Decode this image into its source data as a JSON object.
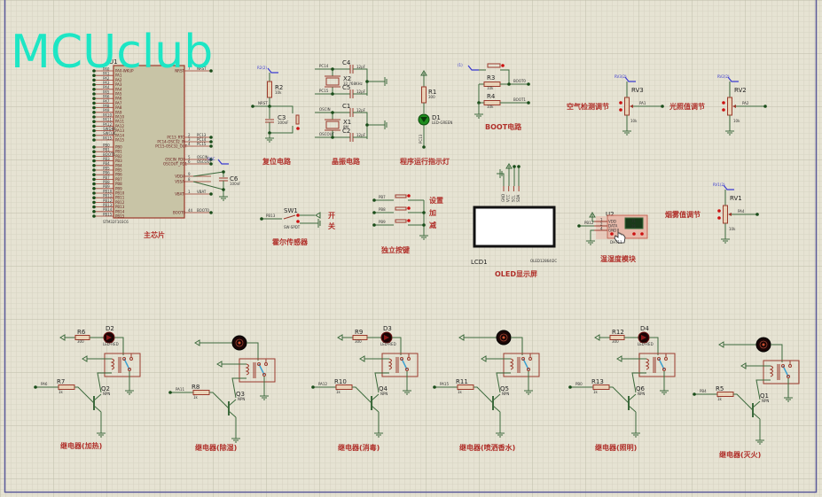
{
  "watermark": "MCUclub",
  "colors": {
    "background": "#e6e3d3",
    "grid_minor": "#d4d1c0",
    "grid_major": "#c2bfae",
    "wire": "#3c6a3c",
    "component": "#9b3a2c",
    "title": "#b0302a",
    "watermark": "#1de6c4",
    "border": "#5a5a9a"
  },
  "mcu": {
    "ref": "U1",
    "part": "STM32F103C6",
    "title": "主芯片",
    "left_pins_a": [
      "PA0-WKUP",
      "PA1",
      "PA2",
      "PA3",
      "PA4",
      "PA5",
      "PA6",
      "PA7",
      "PA8",
      "PA9",
      "PA10",
      "PA11",
      "PA12",
      "PA13",
      "PA14",
      "PA15"
    ],
    "left_nets_a": [
      "PA0",
      "PA1",
      "PA2",
      "PA3",
      "PA4",
      "PA5",
      "PA6",
      "PA7",
      "PA8",
      "PA9",
      "PA10",
      "PA11",
      "PA12",
      "SWDIO",
      "SWCLK",
      "PA15"
    ],
    "left_pins_b": [
      "PB0",
      "PB1",
      "PB2",
      "PB3",
      "PB4",
      "PB5",
      "PB6",
      "PB7",
      "PB8",
      "PB9",
      "PB10",
      "PB11",
      "PB12",
      "PB13",
      "PB14",
      "PB15"
    ],
    "left_nets_b": [
      "PB0",
      "PB1",
      "BOOT1",
      "PB3",
      "PB4",
      "PB5",
      "PB6",
      "PB7",
      "PB8",
      "PB9",
      "PB10",
      "PB11",
      "PB12",
      "PB13",
      "PB14",
      "PB15"
    ],
    "right_pins": [
      {
        "name": "NRST",
        "num": "7",
        "net": "NRST"
      },
      {
        "name": "PC13_RTC",
        "num": "2",
        "net": "PC13"
      },
      {
        "name": "PC14-OSC32_IN",
        "num": "3",
        "net": "PC14"
      },
      {
        "name": "PC15-OSC32_OUT",
        "num": "4",
        "net": "PC15"
      },
      {
        "name": "OSCIN_PD0",
        "num": "5",
        "net": "OSCIN"
      },
      {
        "name": "OSCOUT_PD1",
        "num": "6",
        "net": "OSCOUT"
      },
      {
        "name": "VDDA",
        "num": "9",
        "net": ""
      },
      {
        "name": "VSSA",
        "num": "8",
        "net": ""
      },
      {
        "name": "VBAT",
        "num": "1",
        "net": "VBAT"
      },
      {
        "name": "BOOT0",
        "num": "44",
        "net": "BOOT0"
      }
    ],
    "cap": {
      "ref": "C6",
      "value": "100nF"
    }
  },
  "sections": {
    "reset": {
      "title": "复位电路",
      "r": "R2",
      "r_val": "10k",
      "c": "C3",
      "c_val": "100nF",
      "net": "NRST",
      "probe": "R2(2)"
    },
    "crystal": {
      "title": "晶振电路",
      "x2": "X2",
      "x2_val": "32.768KHz",
      "x1": "X1",
      "x1_val": "8M",
      "c4": "C4",
      "c5": "C5",
      "c1": "C1",
      "c2": "C2",
      "cap_val": "12pF",
      "nets": [
        "PC14",
        "PC15",
        "OSCIN",
        "OSCOUT"
      ]
    },
    "led": {
      "title": "程序运行指示灯",
      "r": "R1",
      "r_val": "300",
      "d": "D1",
      "d_val": "LED-GREEN",
      "net": "PC13"
    },
    "boot": {
      "title": "BOOT电路",
      "r3": "R3",
      "r4": "R4",
      "r_val": "10k",
      "nets": [
        "BOOT0",
        "BOOT1"
      ],
      "probe": "(1)"
    },
    "air": {
      "title": "空气检测调节",
      "ref": "RV3",
      "value": "10k",
      "net": "PA1",
      "probe": "RV3(2)"
    },
    "light": {
      "title": "光照值调节",
      "ref": "RV2",
      "value": "10k",
      "net": "PA2",
      "probe": "RV2(2)"
    },
    "smoke": {
      "title": "烟雾值调节",
      "ref": "RV1",
      "value": "10k",
      "net": "PA4",
      "probe": "RV1(2)"
    },
    "hall": {
      "title": "霍尔传感器",
      "ref": "SW1",
      "part": "SW-SPDT",
      "net": "PB13",
      "side": [
        "开",
        "关"
      ]
    },
    "keys": {
      "title": "独立按键",
      "nets": [
        "PB7",
        "PB8",
        "PB9"
      ],
      "labels": [
        "设置",
        "加",
        "减"
      ]
    },
    "oled": {
      "title": "OLED显示屏",
      "ref": "LCD1",
      "part": "OLED12864I2C",
      "pins": [
        "GND",
        "VCC",
        "SCL",
        "SDA"
      ]
    },
    "dht": {
      "title": "温湿度模块",
      "ref": "U2",
      "part": "DHT11",
      "net": "PB12",
      "pins": [
        "VDD",
        "DATA",
        "GND"
      ],
      "pin_nums": [
        "1",
        "2",
        "4"
      ],
      "display": [
        "71",
        "26"
      ]
    }
  },
  "relays": [
    {
      "title": "继电器(加热)",
      "r_led": "R6",
      "r_led_val": "300",
      "led": "D2",
      "led_val": "LED-RED",
      "r": "R7",
      "r_val": "1k",
      "q": "Q2",
      "q_val": "NPN",
      "net": "PA6",
      "load": "led"
    },
    {
      "title": "继电器(除湿)",
      "r": "R8",
      "r_val": "1k",
      "q": "Q3",
      "q_val": "NPN",
      "net": "PA11",
      "load": "motor"
    },
    {
      "title": "继电器(消毒)",
      "r_led": "R9",
      "r_led_val": "300",
      "led": "D3",
      "led_val": "LED-RED",
      "r": "R10",
      "r_val": "1k",
      "q": "Q4",
      "q_val": "NPN",
      "net": "PA12",
      "load": "led"
    },
    {
      "title": "继电器(喷洒香水)",
      "r": "R11",
      "r_val": "1k",
      "q": "Q5",
      "q_val": "NPN",
      "net": "PA15",
      "load": "motor"
    },
    {
      "title": "继电器(照明)",
      "r_led": "R12",
      "r_led_val": "300",
      "led": "D4",
      "led_val": "LED-RED",
      "r": "R13",
      "r_val": "1k",
      "q": "Q6",
      "q_val": "NPN",
      "net": "PB0",
      "load": "led"
    },
    {
      "title": "继电器(灭火)",
      "r": "R5",
      "r_val": "1k",
      "q": "Q1",
      "q_val": "NPN",
      "net": "PB4",
      "load": "motor"
    }
  ]
}
